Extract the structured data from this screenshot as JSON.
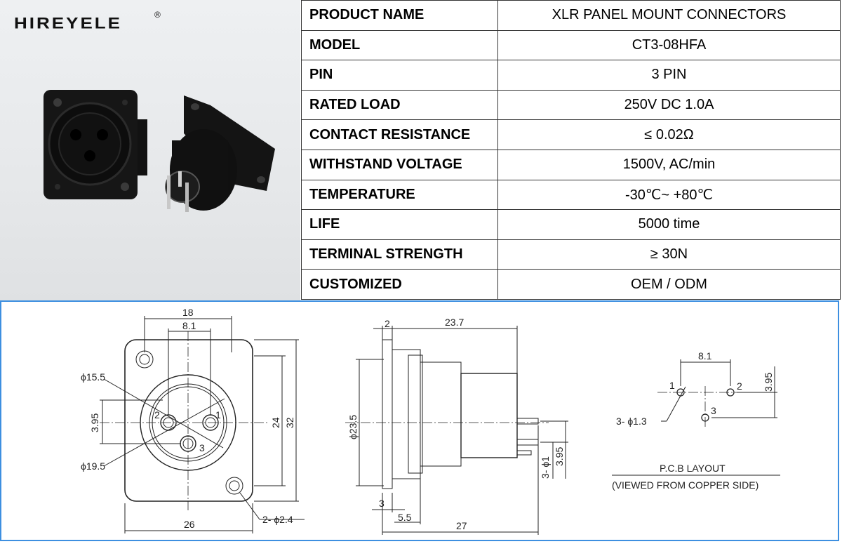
{
  "brand": {
    "logo_text": "HIREYELE",
    "registered_mark": "®"
  },
  "spec_table": [
    {
      "key": "PRODUCT NAME",
      "value": "XLR PANEL MOUNT CONNECTORS"
    },
    {
      "key": "MODEL",
      "value": "CT3-08HFA"
    },
    {
      "key": "PIN",
      "value": "3 PIN"
    },
    {
      "key": "RATED LOAD",
      "value": "250V DC 1.0A"
    },
    {
      "key": "CONTACT RESISTANCE",
      "value": "≤ 0.02Ω"
    },
    {
      "key": "WITHSTAND VOLTAGE",
      "value": "1500V, AC/min"
    },
    {
      "key": "TEMPERATURE",
      "value": "-30℃~ +80℃"
    },
    {
      "key": "LIFE",
      "value": "5000 time"
    },
    {
      "key": "TERMINAL STRENGTH",
      "value": "≥ 30N"
    },
    {
      "key": "CUSTOMIZED",
      "value": "OEM / ODM"
    }
  ],
  "drawing": {
    "front": {
      "width_18": "18",
      "pin_spacing": "8.1",
      "d_inner": "ϕ15.5",
      "offset": "3.95",
      "d_outer": "ϕ19.5",
      "height_24": "24",
      "height_32": "32",
      "width_26": "26",
      "holes": "2- ϕ2.4",
      "pin1": "1",
      "pin2": "2",
      "pin3": "3"
    },
    "side": {
      "flange": "2",
      "depth": "23.7",
      "diameter": "ϕ23.5",
      "base": "3",
      "step": "5.5",
      "total": "27",
      "pins": "3- ϕ1",
      "pin_offset": "3.95"
    },
    "pcb": {
      "spacing": "8.1",
      "offset": "3.95",
      "holes": "3- ϕ1.3",
      "pin1": "1",
      "pin2": "2",
      "pin3": "3",
      "title": "P.C.B LAYOUT",
      "subtitle": "(VIEWED FROM COPPER SIDE)"
    }
  }
}
